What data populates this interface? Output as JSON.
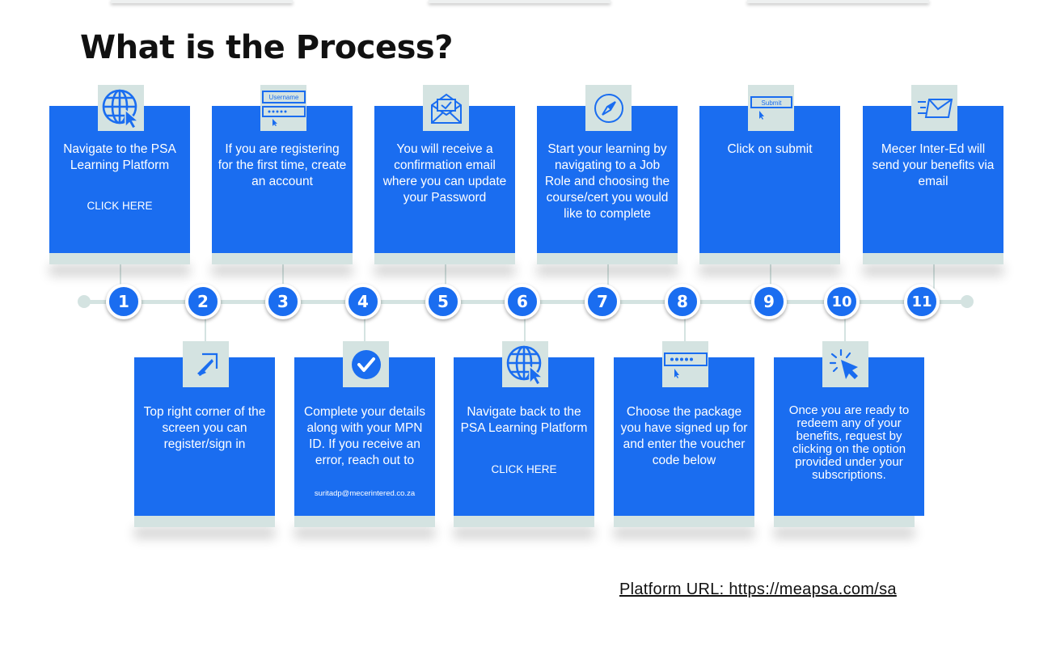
{
  "page_title": "What is the Process?",
  "colors": {
    "accent_blue": "#1a6df0",
    "light_teal": "#d4e3e1"
  },
  "steps": [
    {
      "number": "1",
      "icon": "globe-cursor-icon",
      "text": "Navigate to the PSA Learning Platform",
      "link": "CLICK HERE"
    },
    {
      "number": "2",
      "icon": "arrow-up-right-icon",
      "text": "Top right corner of the screen you can register/sign in"
    },
    {
      "number": "3",
      "icon": "login-form-icon",
      "icon_label": "Username",
      "text": "If you are registering for the first time, create an account"
    },
    {
      "number": "4",
      "icon": "check-circle-icon",
      "text": "Complete your details along with your MPN ID. If you receive an error, reach out to",
      "email": "suritadp@mecerintered.co.za"
    },
    {
      "number": "5",
      "icon": "email-check-icon",
      "text": "You will receive a confirmation email where you can update your Password"
    },
    {
      "number": "6",
      "icon": "globe-cursor-icon",
      "text": "Navigate back to the PSA Learning Platform",
      "link": "CLICK HERE"
    },
    {
      "number": "7",
      "icon": "compass-icon",
      "text": "Start your learning by navigating to a Job Role and choosing the course/cert you would like to complete"
    },
    {
      "number": "8",
      "icon": "password-field-icon",
      "text": "Choose the package you have signed up for and enter the voucher code below"
    },
    {
      "number": "9",
      "icon": "submit-button-icon",
      "icon_label": "Submit",
      "text": "Click on submit"
    },
    {
      "number": "10",
      "icon": "click-cursor-icon",
      "text": "Once you are ready to redeem any of your benefits, request by clicking on the option provided under your subscriptions."
    },
    {
      "number": "11",
      "icon": "send-mail-icon",
      "text": "Mecer Inter-Ed will send your benefits via email"
    }
  ],
  "platform_url": "Platform URL: https://meapsa.com/sa"
}
